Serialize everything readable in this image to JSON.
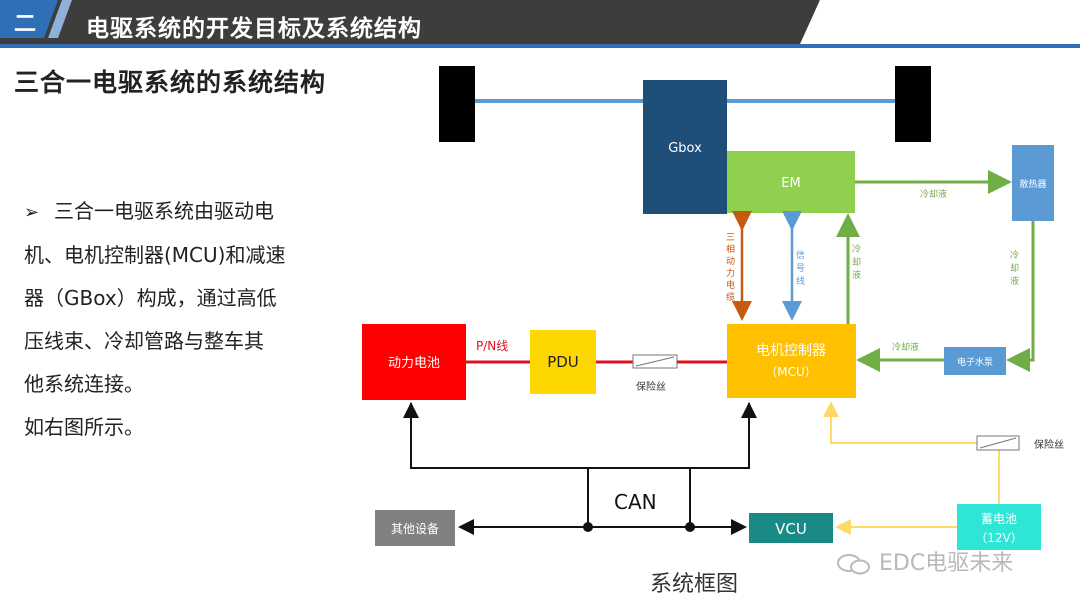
{
  "header": {
    "section_number": "二",
    "title": "电驱系统的开发目标及系统结构"
  },
  "subtitle": "三合一电驱系统的系统结构",
  "description": {
    "bullet": "➢",
    "lines": [
      "三合一电驱系统由驱动电",
      "机、电机控制器(MCU)和减速",
      "器（GBox）构成，通过高低",
      "压线束、冷却管路与整车其",
      "他系统连接。"
    ],
    "tail": "如右图所示。"
  },
  "diagram": {
    "caption": "系统框图",
    "blocks": {
      "gbox": "Gbox",
      "em": "EM",
      "radiator": "散热器",
      "battery": "动力电池",
      "pdu": "PDU",
      "mcu_line1": "电机控制器",
      "mcu_line2": "（MCU）",
      "pump": "电子水泵",
      "other": "其他设备",
      "vcu": "VCU",
      "aux_line1": "蓄电池",
      "aux_line2": "（12V）"
    },
    "labels": {
      "pn_line": "P/N线",
      "fuse1": "保险丝",
      "fuse2": "保险丝",
      "can": "CAN",
      "coolant_top": "冷却液",
      "coolant_right": [
        "冷",
        "却",
        "液"
      ],
      "coolant_mid": "冷却液",
      "coolant_up": [
        "冷",
        "却",
        "液"
      ],
      "three_phase": [
        "三",
        "相",
        "动",
        "力",
        "电",
        "缆"
      ],
      "signal": [
        "信",
        "号",
        "线"
      ]
    },
    "colors": {
      "banner_dark": "#3a3a3a",
      "banner_blue": "#2f6fb5",
      "gbox": "#1f4e79",
      "em": "#8fd14f",
      "radiator": "#5b9bd5",
      "battery": "#ff0000",
      "pdu": "#ffd700",
      "mcu": "#ffc000",
      "pump": "#5b9bd5",
      "other": "#808080",
      "vcu": "#1a8a87",
      "aux": "#2ee6d6",
      "coolant": "#70ad47",
      "phase_cable": "#c55a11",
      "signal": "#5b9bd5",
      "low_voltage": "#ffd966"
    }
  },
  "watermark": "EDC电驱未来"
}
